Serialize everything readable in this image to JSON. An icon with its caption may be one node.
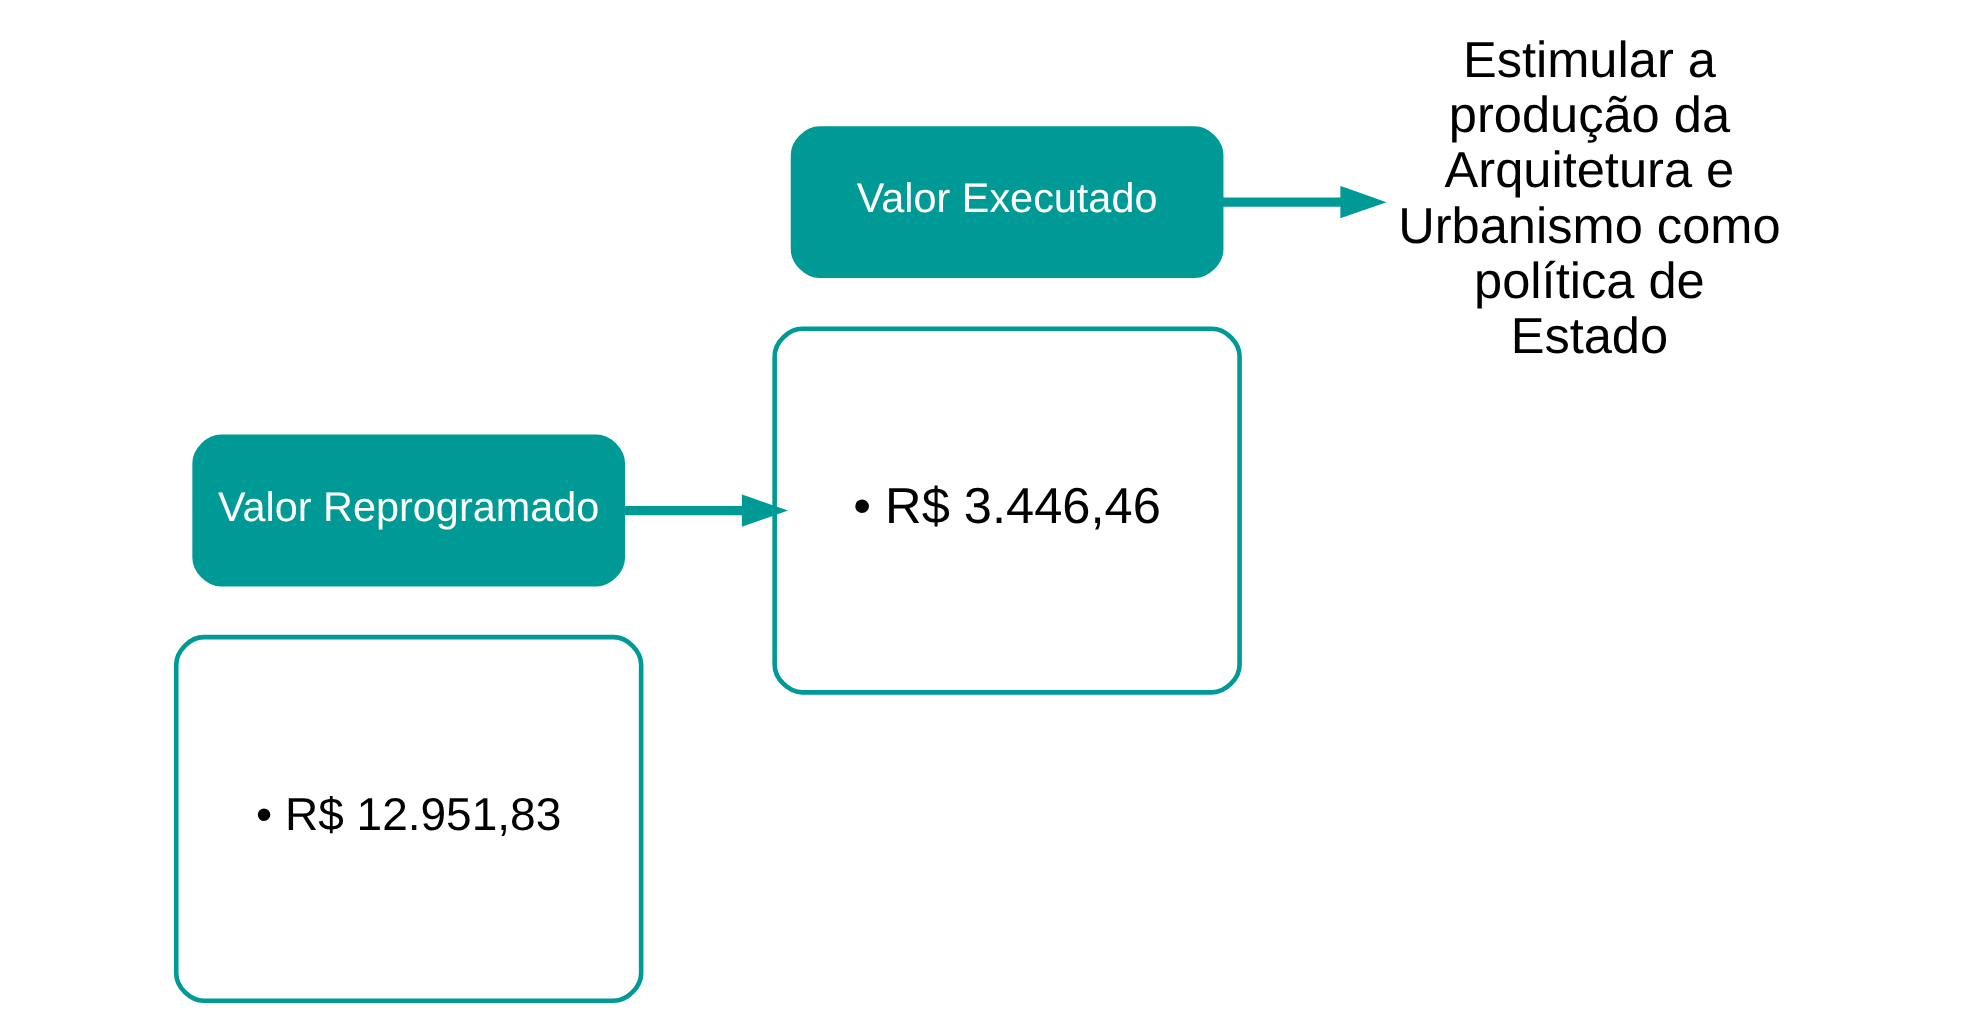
{
  "diagram": {
    "nodes": [
      {
        "text": [
          "• R$ 12.951,83"
        ]
      },
      {
        "text": [
          "Valor Reprogramado"
        ]
      },
      {
        "text": [
          "• R$ 3.446,46"
        ]
      },
      {
        "text": [
          "Valor Executado"
        ]
      },
      {
        "text": [
          "Estimular a produção da Arquitetura e Urbanismo como  política de Estado"
        ]
      }
    ],
    "edges": [
      {
        "from": 1,
        "to": 2,
        "arrow": "to"
      },
      {
        "from": 3,
        "to": 4,
        "arrow": "to"
      }
    ]
  }
}
